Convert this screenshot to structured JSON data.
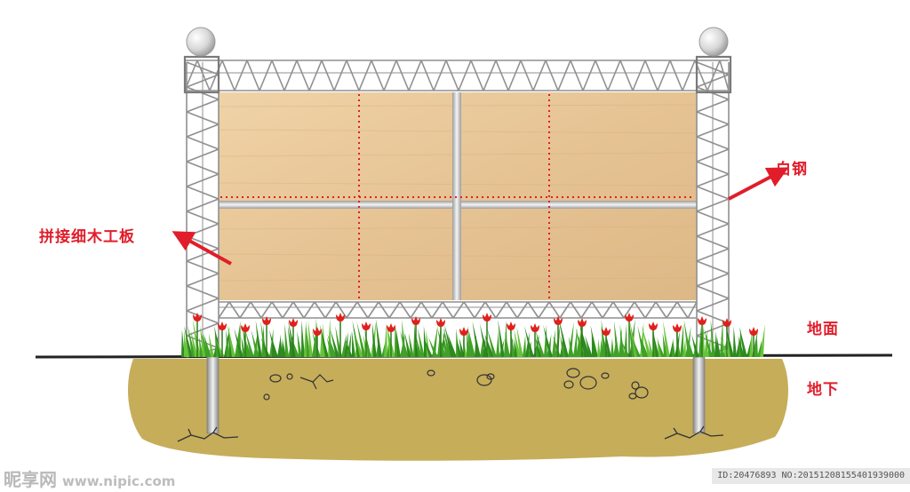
{
  "labels": {
    "panel": "拼接细木工板",
    "steel": "白钢",
    "ground": "地面",
    "underground": "地下"
  },
  "watermark": {
    "logo": "昵享网",
    "site": "www.nipic.com",
    "id_text": "ID:20476893 NO:20151208155401939000"
  },
  "colors": {
    "label_red": "#e11d2a",
    "wood": "#e9c89c",
    "soil": "#c6ad5a",
    "steel": "#9a9a9a",
    "grass": "#3fa126",
    "tulip": "#e0201b"
  }
}
